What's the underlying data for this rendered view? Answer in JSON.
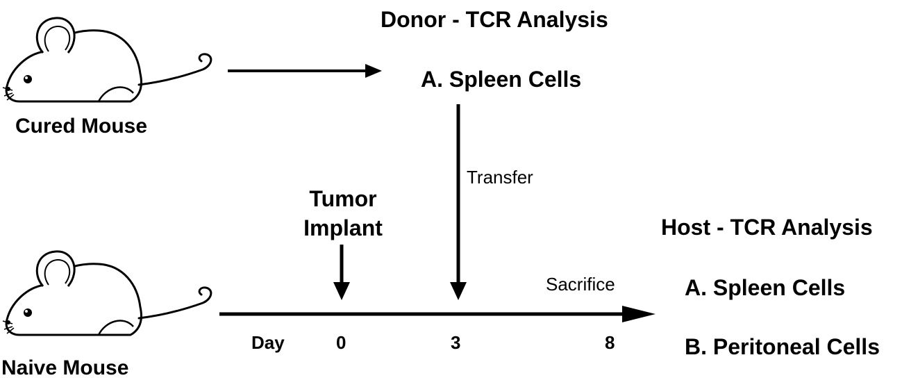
{
  "donor": {
    "title": "Donor - TCR Analysis",
    "sample_a": "A. Spleen Cells"
  },
  "cured_mouse": {
    "label": "Cured Mouse",
    "icon": "mouse-icon"
  },
  "naive_mouse": {
    "label": "Naive Mouse",
    "icon": "mouse-icon"
  },
  "transfer_label": "Transfer",
  "tumor_implant": {
    "line1": "Tumor",
    "line2": "Implant"
  },
  "timeline": {
    "axis_label": "Day",
    "ticks": [
      "0",
      "3",
      "8"
    ],
    "sacrifice_label": "Sacrifice"
  },
  "host": {
    "title": "Host - TCR Analysis",
    "sample_a": "A. Spleen Cells",
    "sample_b": "B. Peritoneal Cells"
  },
  "colors": {
    "ink": "#000000",
    "background": "#ffffff"
  }
}
